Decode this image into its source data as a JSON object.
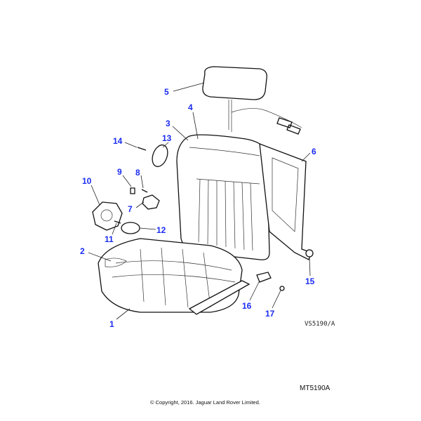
{
  "diagram": {
    "callouts": [
      "1",
      "2",
      "3",
      "4",
      "5",
      "6",
      "7",
      "8",
      "9",
      "10",
      "11",
      "12",
      "13",
      "14",
      "15",
      "16",
      "17"
    ],
    "drawing_ref": "VS5190/A",
    "illustration_code": "MT5190A",
    "copyright": "© Copyright, 2016. Jaguar Land Rover Limited.",
    "callout_color": "#1a2cf0"
  }
}
